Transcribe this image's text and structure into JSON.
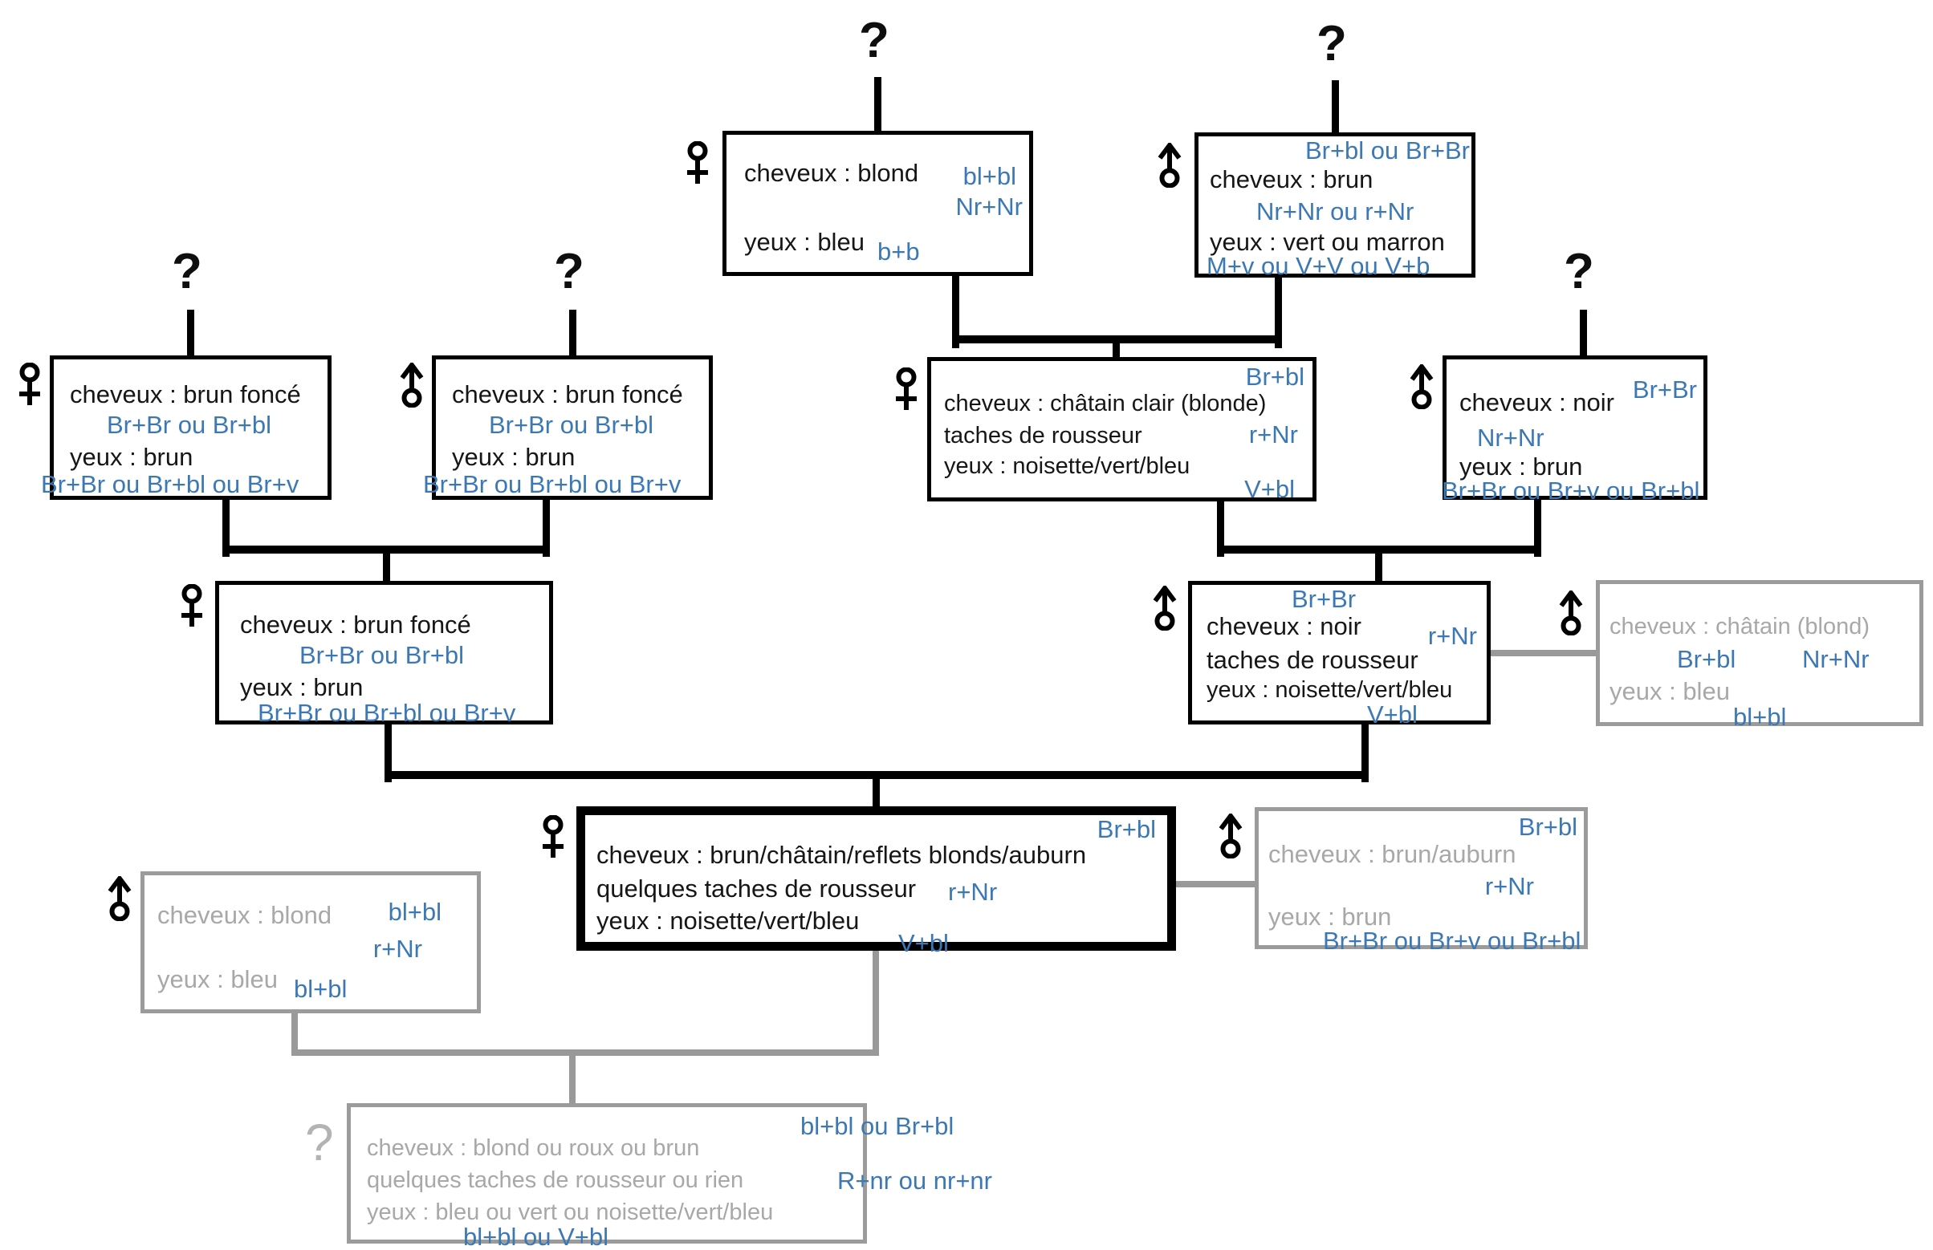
{
  "diagram_type": "pedigree-genetics-tree",
  "unknown_marker": "?",
  "colors": {
    "genotype_text": "#3c78b4",
    "confirmed_outline": "#000000",
    "inferred_outline": "#9b9b9b",
    "inferred_text": "#a8a8a8",
    "connector_black": "#000000",
    "connector_gray": "#999999"
  },
  "boxes": {
    "gen1_mother_blond": {
      "sex": "female",
      "style": "black",
      "hair": "cheveux : blond",
      "hair_genotype": "bl+bl",
      "hair_genotype_2": "Nr+Nr",
      "eyes": "yeux : bleu",
      "eyes_genotype": "b+b"
    },
    "gen1_father_brun": {
      "sex": "male",
      "style": "black",
      "hair_genotype_top": "Br+bl ou Br+Br",
      "hair": "cheveux : brun",
      "hair_genotype_2": "Nr+Nr ou r+Nr",
      "eyes": "yeux : vert ou marron",
      "eyes_genotype": "M+v ou V+V ou V+b"
    },
    "gen2_female_brun_fonce": {
      "sex": "female",
      "style": "black",
      "hair": "cheveux : brun foncé",
      "hair_genotype": "Br+Br ou Br+bl",
      "eyes": "yeux : brun",
      "eyes_genotype": "Br+Br ou Br+bl ou Br+v"
    },
    "gen2_male_brun_fonce": {
      "sex": "male",
      "style": "black",
      "hair": "cheveux : brun foncé",
      "hair_genotype": "Br+Br ou Br+bl",
      "eyes": "yeux : brun",
      "eyes_genotype": "Br+Br ou Br+bl ou Br+v"
    },
    "gen2_female_chatain_clair": {
      "sex": "female",
      "style": "black",
      "hair_genotype_top": "Br+bl",
      "hair": "cheveux : châtain clair (blonde)",
      "freckles": "taches de rousseur",
      "freckles_genotype": "r+Nr",
      "eyes": "yeux : noisette/vert/bleu",
      "eyes_genotype": "V+bl"
    },
    "gen2_male_noir": {
      "sex": "male",
      "style": "black",
      "hair": "cheveux : noir",
      "hair_genotype": "Br+Br",
      "hair_genotype_2": "Nr+Nr",
      "eyes": "yeux : brun",
      "eyes_genotype": "Br+Br ou Br+v ou Br+bl"
    },
    "gen3_female_brun_fonce": {
      "sex": "female",
      "style": "black",
      "hair": "cheveux : brun foncé",
      "hair_genotype": "Br+Br ou Br+bl",
      "eyes": "yeux : brun",
      "eyes_genotype": "Br+Br ou Br+bl ou Br+v"
    },
    "gen3_male_noir": {
      "sex": "male",
      "style": "black",
      "hair_genotype_top": "Br+Br",
      "hair": "cheveux : noir",
      "freckles": "taches de rousseur",
      "freckles_genotype": "r+Nr",
      "eyes": "yeux : noisette/vert/bleu",
      "eyes_genotype": "V+bl"
    },
    "gen3_male_chatain_blond": {
      "sex": "male",
      "style": "gray",
      "hair": "cheveux : châtain (blond)",
      "hair_genotype": "Br+bl",
      "hair_genotype_2": "Nr+Nr",
      "eyes": "yeux : bleu",
      "eyes_genotype": "bl+bl"
    },
    "gen4_female_proband": {
      "sex": "female",
      "style": "bold",
      "hair_genotype_top": "Br+bl",
      "hair": "cheveux : brun/châtain/reflets blonds/auburn",
      "freckles": "quelques taches de rousseur",
      "freckles_genotype": "r+Nr",
      "eyes": "yeux : noisette/vert/bleu",
      "eyes_genotype": "V+bl"
    },
    "gen4_male_brun_auburn": {
      "sex": "male",
      "style": "gray",
      "hair_genotype_top": "Br+bl",
      "hair": "cheveux : brun/auburn",
      "freckles_genotype": "r+Nr",
      "eyes": "yeux : brun",
      "eyes_genotype": "Br+Br ou Br+v ou Br+bl"
    },
    "gen4_male_blond": {
      "sex": "male",
      "style": "gray",
      "hair": "cheveux : blond",
      "hair_genotype": "bl+bl",
      "freckles_genotype": "r+Nr",
      "eyes": "yeux : bleu",
      "eyes_genotype": "bl+bl"
    },
    "gen5_child_unknown": {
      "sex": "unknown",
      "style": "gray",
      "hair": "cheveux : blond ou roux ou brun",
      "hair_genotype": "bl+bl ou Br+bl",
      "freckles": "quelques taches de rousseur ou rien",
      "freckles_genotype": "R+nr ou nr+nr",
      "eyes": "yeux : bleu ou vert ou noisette/vert/bleu",
      "eyes_genotype": "bl+bl ou V+bl"
    }
  }
}
